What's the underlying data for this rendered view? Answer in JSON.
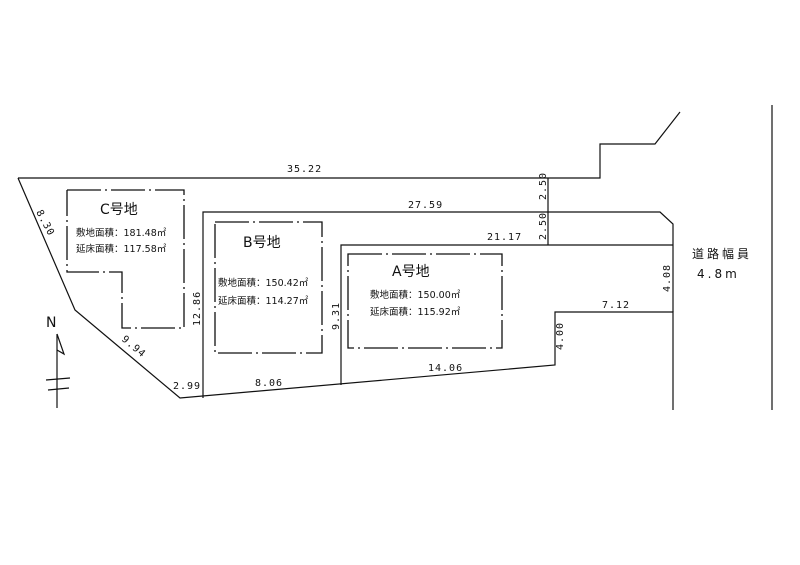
{
  "lots": [
    {
      "label": "C号地",
      "site_area": "敷地面積：181.48㎡",
      "floor_area": "延床面積：117.58㎡"
    },
    {
      "label": "B号地",
      "site_area": "敷地面積：150.42㎡",
      "floor_area": "延床面積：114.27㎡"
    },
    {
      "label": "A号地",
      "site_area": "敷地面積：150.00㎡",
      "floor_area": "延床面積：115.92㎡"
    }
  ],
  "road": {
    "title": "道路幅員",
    "width": "4.8m"
  },
  "north_label": "N",
  "dimensions": {
    "top_edge": "35.22",
    "b_top": "27.59",
    "a_top": "21.17",
    "set1": "2.50",
    "set2": "2.50",
    "right_upper": "4.08",
    "right_step": "7.12",
    "right_lower": "4.00",
    "bottom_right": "14.06",
    "bottom_mid": "8.06",
    "bottom_left": "2.99",
    "left_upper": "8.30",
    "left_lower": "9.94",
    "b_left": "12.86",
    "a_left": "9.31"
  }
}
